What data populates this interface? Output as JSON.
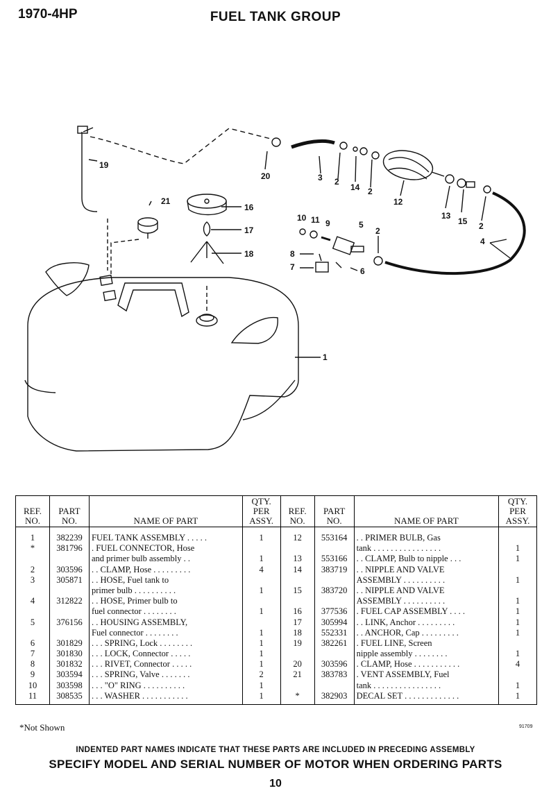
{
  "header": {
    "model": "1970-4HP",
    "title": "FUEL TANK GROUP"
  },
  "diagram": {
    "callouts": [
      "1",
      "2",
      "2",
      "2",
      "2",
      "3",
      "4",
      "5",
      "6",
      "7",
      "8",
      "9",
      "10",
      "11",
      "12",
      "13",
      "14",
      "15",
      "16",
      "17",
      "18",
      "19",
      "20",
      "21"
    ]
  },
  "table": {
    "headers": {
      "ref": [
        "REF.",
        "NO."
      ],
      "part": [
        "PART",
        "NO."
      ],
      "name": "NAME OF PART",
      "qty": [
        "QTY.",
        "PER",
        "ASSY."
      ]
    },
    "left": [
      {
        "ref": "1",
        "part": "382239",
        "name": "FUEL TANK ASSEMBLY . . . . .",
        "qty": "1"
      },
      {
        "ref": "*",
        "part": "381796",
        "name": ". FUEL CONNECTOR, Hose",
        "qty": ""
      },
      {
        "ref": "",
        "part": "",
        "name": "    and primer bulb assembly . .",
        "qty": "1"
      },
      {
        "ref": "2",
        "part": "303596",
        "name": ". . CLAMP, Hose . . . . . . . . .",
        "qty": "4"
      },
      {
        "ref": "3",
        "part": "305871",
        "name": ". . HOSE, Fuel tank to",
        "qty": ""
      },
      {
        "ref": "",
        "part": "",
        "name": "    primer bulb . . . . . . . . . .",
        "qty": "1"
      },
      {
        "ref": "4",
        "part": "312822",
        "name": ". . HOSE, Primer bulb to",
        "qty": ""
      },
      {
        "ref": "",
        "part": "",
        "name": "    fuel connector . . . . . . . .",
        "qty": "1"
      },
      {
        "ref": "5",
        "part": "376156",
        "name": ". . HOUSING ASSEMBLY,",
        "qty": ""
      },
      {
        "ref": "",
        "part": "",
        "name": "    Fuel connector . . . . . . . .",
        "qty": "1"
      },
      {
        "ref": "6",
        "part": "301829",
        "name": ". . . SPRING, Lock . . . . . . . .",
        "qty": "1"
      },
      {
        "ref": "7",
        "part": "301830",
        "name": ". . . LOCK, Connector . . . . .",
        "qty": "1"
      },
      {
        "ref": "8",
        "part": "301832",
        "name": ". . . RIVET, Connector . . . . .",
        "qty": "1"
      },
      {
        "ref": "9",
        "part": "303594",
        "name": ". . . SPRING, Valve . . . . . . .",
        "qty": "2"
      },
      {
        "ref": "10",
        "part": "303598",
        "name": ". . . \"O\" RING . . . . . . . . . .",
        "qty": "1"
      },
      {
        "ref": "11",
        "part": "308535",
        "name": ". . . WASHER . . . . . . . . . . .",
        "qty": "1"
      }
    ],
    "right": [
      {
        "ref": "12",
        "part": "553164",
        "name": ". . PRIMER BULB, Gas",
        "qty": ""
      },
      {
        "ref": "",
        "part": "",
        "name": "      tank . . . . . . . . . . . . . . . .",
        "qty": "1"
      },
      {
        "ref": "13",
        "part": "553166",
        "name": ". . CLAMP, Bulb to nipple . . .",
        "qty": "1"
      },
      {
        "ref": "14",
        "part": "383719",
        "name": ". . NIPPLE AND VALVE",
        "qty": ""
      },
      {
        "ref": "",
        "part": "",
        "name": "          ASSEMBLY . . . . . . . . . .",
        "qty": "1"
      },
      {
        "ref": "15",
        "part": "383720",
        "name": ". . NIPPLE AND VALVE",
        "qty": ""
      },
      {
        "ref": "",
        "part": "",
        "name": "          ASSEMBLY . . . . . . . . . .",
        "qty": "1"
      },
      {
        "ref": "16",
        "part": "377536",
        "name": ". FUEL CAP ASSEMBLY . . . .",
        "qty": "1"
      },
      {
        "ref": "17",
        "part": "305994",
        "name": ". . LINK, Anchor . . . . . . . . .",
        "qty": "1"
      },
      {
        "ref": "18",
        "part": "552331",
        "name": ". . ANCHOR, Cap . . . . . . . . .",
        "qty": "1"
      },
      {
        "ref": "19",
        "part": "382261",
        "name": ". FUEL LINE, Screen",
        "qty": ""
      },
      {
        "ref": "",
        "part": "",
        "name": "      nipple assembly . . . . . . . .",
        "qty": "1"
      },
      {
        "ref": "20",
        "part": "303596",
        "name": ". CLAMP, Hose . . . . . . . . . . .",
        "qty": "4"
      },
      {
        "ref": "21",
        "part": "383783",
        "name": ". VENT ASSEMBLY, Fuel",
        "qty": ""
      },
      {
        "ref": "",
        "part": "",
        "name": "      tank . . . . . . . . . . . . . . . .",
        "qty": "1"
      },
      {
        "ref": "*",
        "part": "382903",
        "name": "DECAL SET . . . . . . . . . . . . .",
        "qty": "1"
      }
    ]
  },
  "footnote": "*Not Shown",
  "code": "91709",
  "notes": {
    "indented": "INDENTED PART NAMES INDICATE THAT THESE PARTS ARE INCLUDED IN PRECEDING ASSEMBLY",
    "specify": "SPECIFY MODEL AND SERIAL NUMBER OF MOTOR WHEN ORDERING PARTS"
  },
  "page_number": "10"
}
